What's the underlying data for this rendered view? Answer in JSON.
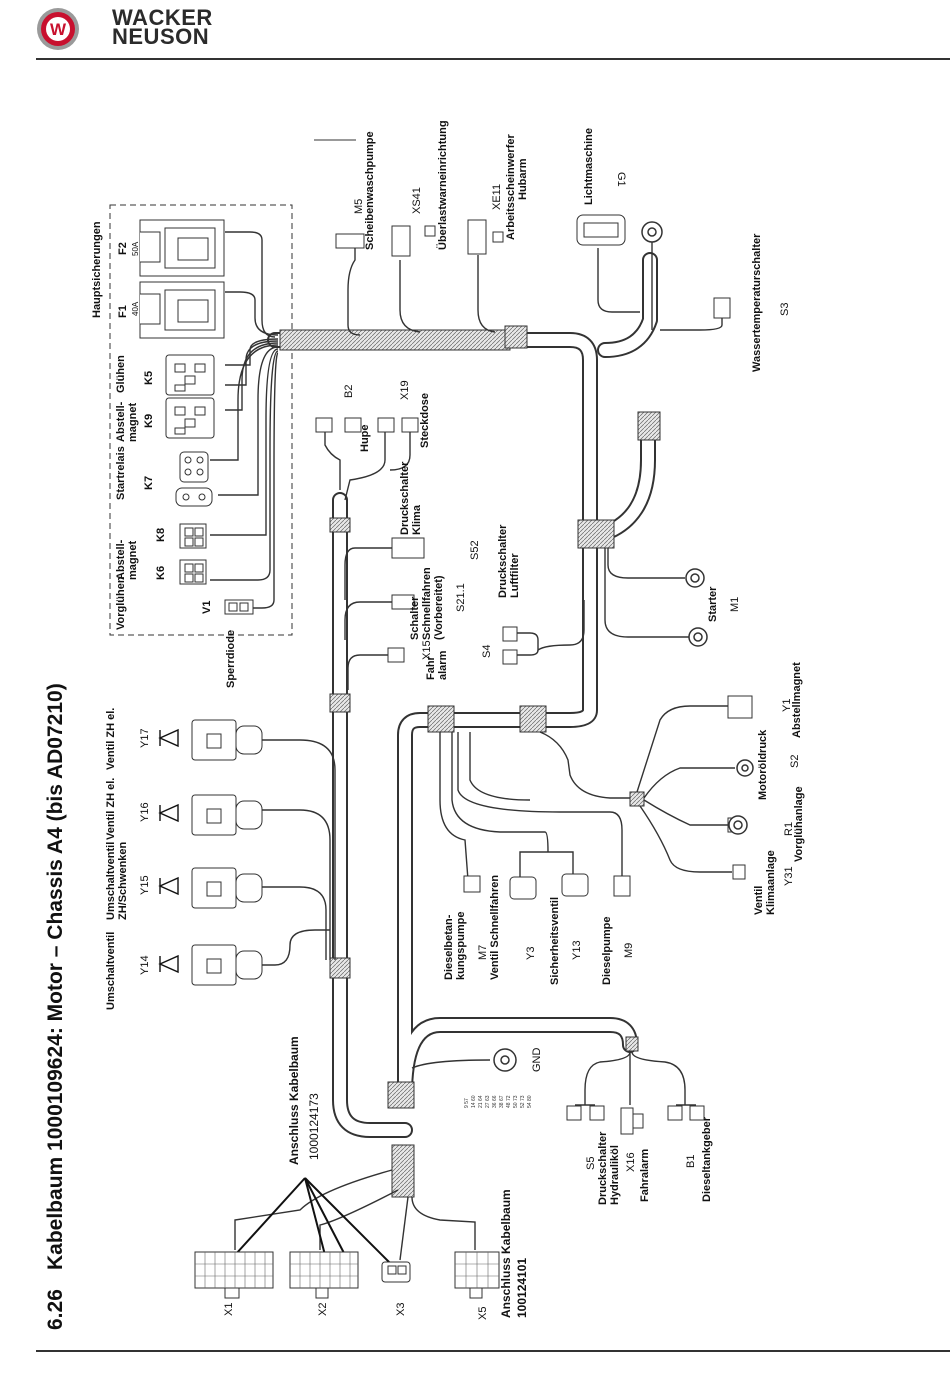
{
  "header": {
    "brand_line1": "WACKER",
    "brand_line2": "NEUSON",
    "logo_letter": "W"
  },
  "page": {
    "section_number": "6.26",
    "title": "Kabelbaum 1000109624: Motor – Chassis A4 (bis AD07210)"
  },
  "colors": {
    "wire": "#333333",
    "bundle_fill": "#d0d0d0",
    "logo_red": "#c8102e",
    "text": "#111111"
  },
  "labels": {
    "hauptsicherungen": "Hauptsicherungen",
    "f1": "F1",
    "f1_rating": "40A",
    "f2": "F2",
    "f2_rating": "50A",
    "gluehen": "Glühen",
    "k5": "K5",
    "abstell_magnet_k9": "Abstell-\nmagnet",
    "k9": "K9",
    "startrelais": "Startrelais",
    "k7": "K7",
    "abstell_magnet_k8": "Abstell-\nmagnet",
    "k8": "K8",
    "vorgluehen": "Vorglühen",
    "k6": "K6",
    "v1": "V1",
    "sperrdiode": "Sperrdiode",
    "m5": "M5",
    "scheibenwaschpumpe": "Scheibenwaschpumpe",
    "xs41": "XS41",
    "ueberlastwarneinrichtung": "Überlastwarneinrichtung",
    "xe11": "XE11",
    "arbeitsscheinwerfer": "Arbeitsscheinwerfer\nHubarm",
    "lichtmaschine": "Lichtmaschine",
    "g1": "G1",
    "wassertemperaturschalter": "Wassertemperaturschalter",
    "s3": "S3",
    "b2": "B2",
    "hupe": "Hupe",
    "x19": "X19",
    "steckdose": "Steckdose",
    "druckschalter_klima": "Druckschalter\nKlima",
    "s52": "S52",
    "schalter_schnellfahren": "Schalter\nSchnellfahren\n(Vorbereitet)",
    "s21_1": "S21.1",
    "fahralarm_top": "Fahr\nalarm",
    "x15": "X15",
    "druckschalter_luftfilter": "Druckschalter\nLuftfilter",
    "s4": "S4",
    "starter": "Starter",
    "m1": "M1",
    "y1": "Y1",
    "abstellmagnet": "Abstellmagnet",
    "motoroeldruck": "Motoröldruck",
    "s2": "S2",
    "vorgluehanlage": "Vorglühanlage",
    "r1": "R1",
    "ventil_klimaanlage": "Ventil\nKlimaanlage",
    "y31": "Y31",
    "ventil_zh_el_y17": "Ventil ZH el.",
    "y17": "Y17",
    "ventil_zh_el_y16": "Ventil ZH el.",
    "y16": "Y16",
    "umschaltventil_zh": "Umschaltventil\nZH/Schwenken",
    "y15": "Y15",
    "umschaltventil": "Umschaltventil",
    "y14": "Y14",
    "dieselbetankungspumpe": "Dieselbetan-\nkungspumpe",
    "m7": "M7",
    "ventil_schnellfahren": "Ventil Schnellfahren",
    "y3": "Y3",
    "sicherheitsventil": "Sicherheitsventil",
    "y13": "Y13",
    "dieselpumpe": "Dieselpumpe",
    "m9": "M9",
    "gnd": "GND",
    "anschluss_kabelbaum_1": "Anschluss Kabelbaum",
    "kabelbaum_nr_1": "1000124173",
    "anschluss_kabelbaum_2": "Anschluss Kabelbaum",
    "kabelbaum_nr_2": "100124101",
    "druckschalter_hydraulikoel": "Druckschalter\nHydrauliköl",
    "s5": "S5",
    "fahralarm_bottom": "Fahralarm",
    "x16": "X16",
    "dieseltankgeber": "Dieseltankgeber",
    "b1": "B1",
    "x1": "X1",
    "x2": "X2",
    "x3": "X3",
    "x5": "X5"
  },
  "pin_numbers": [
    "9 57",
    "14 60",
    "21 64",
    "27 63",
    "36 66",
    "38 67",
    "48 72",
    "50 73",
    "52 73",
    "54 80"
  ]
}
